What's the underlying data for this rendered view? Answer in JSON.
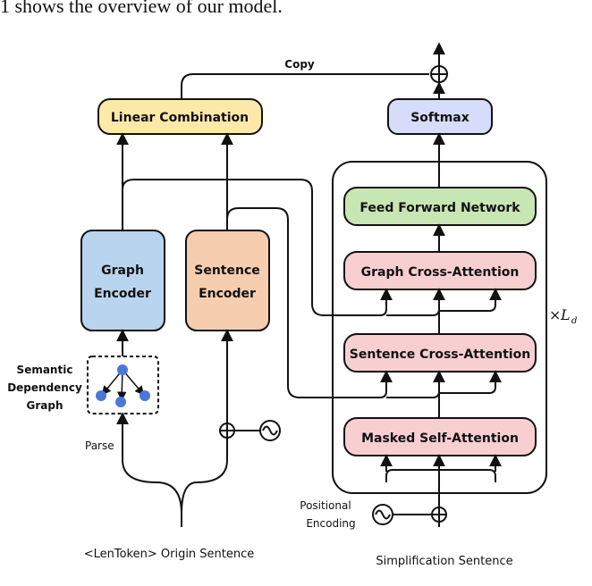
{
  "intro_text": "1 shows the overview of our model.",
  "copy_label": "Copy",
  "boxes": {
    "linear_combination": "Linear Combination",
    "softmax": "Softmax",
    "feed_forward": "Feed Forward Network",
    "graph_cross_attention": "Graph Cross-Attention",
    "sentence_cross_attention": "Sentence Cross-Attention",
    "masked_self_attention": "Masked Self-Attention",
    "graph_encoder_line1": "Graph",
    "graph_encoder_line2": "Encoder",
    "sentence_encoder_line1": "Sentence",
    "sentence_encoder_line2": "Encoder"
  },
  "labels": {
    "semantic_line1": "Semantic",
    "semantic_line2": "Dependency",
    "semantic_line3": "Graph",
    "parse": "Parse",
    "positional_line1": "Positional",
    "positional_line2": "Encoding",
    "origin_sentence": "<LenToken> Origin Sentence",
    "simplification_sentence": "Simplification Sentence",
    "layers_times": "×",
    "layers_L": "L",
    "layers_sub": "d"
  },
  "colors": {
    "linear_combination": "#fde9a7",
    "softmax": "#d7dcfa",
    "feed_forward": "#c8e6b4",
    "attention": "#f8cfd0",
    "graph_encoder": "#b9d4ee",
    "sentence_encoder": "#f7cdb0",
    "node": "#4a78d8"
  }
}
